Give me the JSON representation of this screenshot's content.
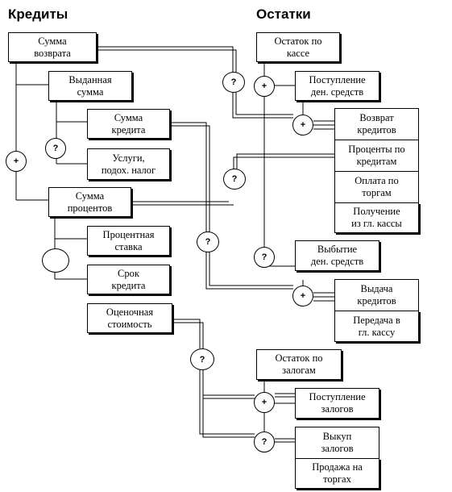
{
  "headings": {
    "credits": "Кредиты",
    "balances": "Остатки"
  },
  "boxes": {
    "summa_vozvrata": "Сумма\nвозврата",
    "vydannaya_summa": "Выданная\nсумма",
    "summa_kredita": "Сумма\nкредита",
    "uslugi": "Услуги,\nподох. налог",
    "summa_procentov": "Сумма\nпроцентов",
    "procentnaya_stavka": "Процентная\nставка",
    "srok_kredita": "Срок\nкредита",
    "ocenochnaya_stoimost": "Оценочная\nстоимость",
    "ostatok_kasse": "Остаток по\nкассе",
    "postuplenie_den": "Поступление\nден. средств",
    "vozvrat_kreditov": "Возврат\nкредитов",
    "procenty_po_kreditam": "Проценты по\nкредитам",
    "oplata_po_torgam": "Оплата по\nторгам",
    "poluchenie_iz_kassy": "Получение\nиз гл. кассы",
    "vybytie_den": "Выбытие\nден. средств",
    "vydacha_kreditov": "Выдача\nкредитов",
    "peredacha_v_kassu": "Передача в\nгл. кассу",
    "ostatok_zalogam": "Остаток по\nзалогам",
    "postuplenie_zalogov": "Поступление\nзалогов",
    "vykup_zalogov": "Выкуп\nзалогов",
    "prodazha_na_torgah": "Продажа на\nторгах"
  },
  "operators": {
    "plus": "+",
    "question": "?",
    "empty": ""
  }
}
